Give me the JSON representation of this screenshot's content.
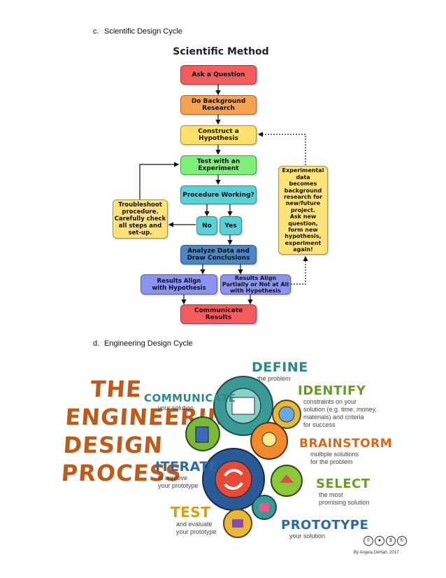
{
  "section_c": {
    "label": "c.",
    "title": "Scientific Design Cycle"
  },
  "scientific_method": {
    "title": "Scientific Method",
    "nodes": {
      "ask": "Ask a Question",
      "research": "Do Background\nResearch",
      "hypothesis": "Construct a\nHypothesis",
      "test": "Test with an\nExperiment",
      "procedure": "Procedure Working?",
      "no": "No",
      "yes": "Yes",
      "troubleshoot": "Troubleshoot\nprocedure.\nCarefully check\nall steps and\nset-up.",
      "analyze": "Analyze Data and\nDraw Conclusions",
      "align": "Results Align\nwith Hypothesis",
      "partial": "Results Align\nPartially or Not at All\nwith Hypothesis",
      "communicate": "Communicate\nResults",
      "experimental": "Experimental\ndata\nbecomes\nbackground\nresearch for\nnew/future\nproject.\nAsk new\nquestion,\nform new\nhypothesis,\nexperiment\nagain!"
    },
    "colors": {
      "red": "#f25c5c",
      "orange": "#f7a251",
      "yellow": "#fde16a",
      "green": "#7ef07a",
      "cyan": "#5ad1d6",
      "blue": "#4a86c8",
      "violet": "#8b93f0",
      "sand": "#fde27a"
    }
  },
  "section_d": {
    "label": "d.",
    "title": "Engineering Design Cycle"
  },
  "engineering": {
    "title": "THE\nENGINEERING\nDESIGN\nPROCESS",
    "steps": {
      "define": {
        "head": "DEFINE",
        "desc": "the problem"
      },
      "identify": {
        "head": "IDENTIFY",
        "desc": "constraints on your\nsolution (e.g. time, money,\nmaterials) and criteria\nfor success"
      },
      "brainstorm": {
        "head": "BRAINSTORM",
        "desc": "multiple solutions\nfor the problem"
      },
      "select": {
        "head": "SELECT",
        "desc": "the most\npromising solution"
      },
      "prototype": {
        "head": "PROTOTYPE",
        "desc": "your solution"
      },
      "test": {
        "head": "TEST",
        "desc": "and evaluate\nyour prototype"
      },
      "iterate": {
        "head": "ITERATE",
        "desc": "to improve\nyour prototype"
      },
      "communicate": {
        "head": "COMMUNICATE",
        "desc": "your solution"
      }
    },
    "credit": "By Angela DeHart, 2017",
    "colors": {
      "title": "#c05a1a",
      "teal": "#2a8a8a",
      "green": "#6a9a2a",
      "orange": "#d46a1a",
      "blue": "#2a6aa8"
    }
  }
}
